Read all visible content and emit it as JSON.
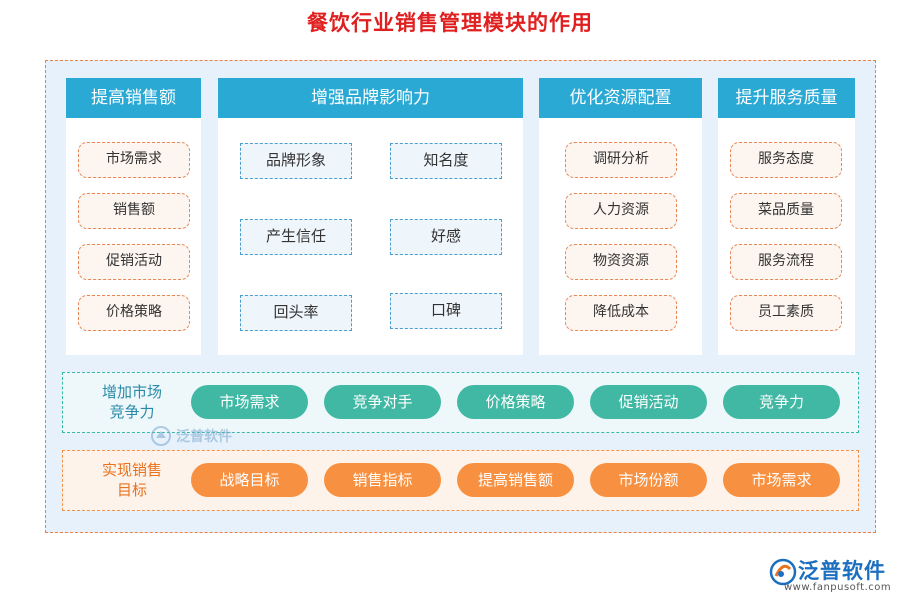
{
  "title": "餐饮行业销售管理模块的作用",
  "columns": [
    {
      "header": "提高销售额",
      "items": [
        "市场需求",
        "销售额",
        "促销活动",
        "价格策略"
      ]
    },
    {
      "header": "增强品牌影响力",
      "items": [
        "品牌形象",
        "知名度",
        "产生信任",
        "好感",
        "回头率",
        "口碑"
      ]
    },
    {
      "header": "优化资源配置",
      "items": [
        "调研分析",
        "人力资源",
        "物资资源",
        "降低成本"
      ]
    },
    {
      "header": "提升服务质量",
      "items": [
        "服务态度",
        "菜品质量",
        "服务流程",
        "员工素质"
      ]
    }
  ],
  "rows": [
    {
      "label_line1": "增加市场",
      "label_line2": "竞争力",
      "chips": [
        "市场需求",
        "竞争对手",
        "价格策略",
        "促销活动",
        "竞争力"
      ]
    },
    {
      "label_line1": "实现销售",
      "label_line2": "目标",
      "chips": [
        "战略目标",
        "销售指标",
        "提高销售额",
        "市场份额",
        "市场需求"
      ]
    }
  ],
  "watermark": {
    "text": "泛普软件"
  },
  "logo": {
    "name": "泛普软件",
    "url": "www.fanpusoft.com"
  },
  "colors": {
    "title": "#e02020",
    "header": "#2aa9d4",
    "teal_chip": "#40b8a4",
    "orange_chip": "#f79040",
    "outer_border": "#f08040"
  }
}
